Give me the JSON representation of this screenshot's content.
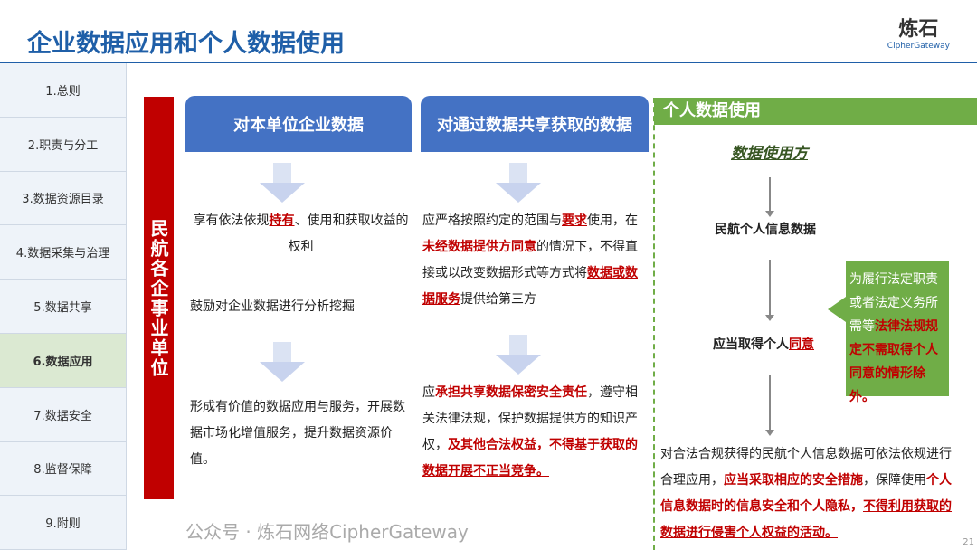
{
  "header": {
    "title": "企业数据应用和个人数据使用",
    "logo_cn": "炼石",
    "logo_en": "CipherGateway"
  },
  "sidebar": {
    "items": [
      {
        "label": "1.总则"
      },
      {
        "label": "2.职责与分工"
      },
      {
        "label": "3.数据资源目录"
      },
      {
        "label": "4.数据采集与治理"
      },
      {
        "label": "5.数据共享"
      },
      {
        "label": "6.数据应用"
      },
      {
        "label": "7.数据安全"
      },
      {
        "label": "8.监督保障"
      },
      {
        "label": "9.附则"
      }
    ]
  },
  "subject": "民航各企事业单位",
  "col1": {
    "header": "对本单位企业数据",
    "p1a": "享有依法依规",
    "p1b": "持有",
    "p1c": "、使用和获取收益的权利",
    "p2": "鼓励对企业数据进行分析挖掘",
    "p3": "形成有价值的数据应用与服务，开展数据市场化增值服务，提升数据资源价值。"
  },
  "col2": {
    "header": "对通过数据共享获取的数据",
    "p1a": "应严格按照约定的范围与",
    "p1b": "要求",
    "p1c": "使用，在",
    "p1d": "未经数据提供方同意",
    "p1e": "的情况下，不得直接或以改变数据形式等方式将",
    "p1f": "数据或数据服务",
    "p1g": "提供给第三方",
    "p2a": "应",
    "p2b": "承担共享数据保密安全责任",
    "p2c": "，遵守相关法律法规，保护数据提供方的知识产权，",
    "p2d": "及其他合法权益，不得基于获取的数据开展不正当竞争。"
  },
  "col3": {
    "header": "个人数据使用",
    "user": "数据使用方",
    "step1": "民航个人信息数据",
    "step2a": "应当取得个人",
    "step2b": "同意",
    "callout_a": "为履行法定职责或者法定义务所需等",
    "callout_b": "法律法规规定不需取得个人同意的情形除外。",
    "p_a": "对合法合规获得的民航个人信息数据可依法依规进行合理应用，",
    "p_b": "应当采取相应的安全措施",
    "p_c": "，保障使用",
    "p_d": "个人信息数据时的信息安全和个人隐私，",
    "p_e": "不得利用获取的数据进行侵害个人权益的活动。"
  },
  "watermark": "公众号 · 炼石网络CipherGateway",
  "page_number": "21"
}
